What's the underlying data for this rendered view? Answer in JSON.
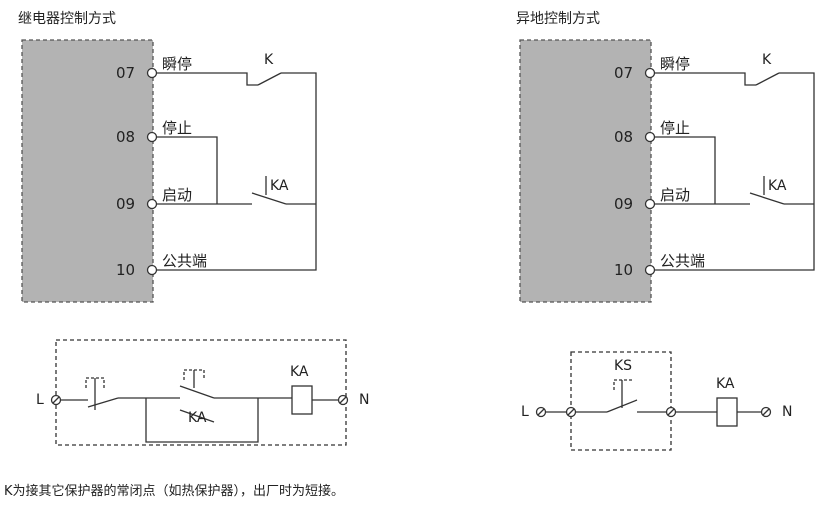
{
  "left": {
    "title": "继电器控制方式",
    "terminals": [
      "07",
      "08",
      "09",
      "10"
    ],
    "terminal_labels": [
      "瞬停",
      "停止",
      "启动",
      "公共端"
    ],
    "switch_k": "K",
    "switch_ka": "KA",
    "circuit": {
      "L": "L",
      "N": "N",
      "ka_contact": "KA",
      "ka_coil": "KA"
    }
  },
  "right": {
    "title": "异地控制方式",
    "terminals": [
      "07",
      "08",
      "09",
      "10"
    ],
    "terminal_labels": [
      "瞬停",
      "停止",
      "启动",
      "公共端"
    ],
    "switch_k": "K",
    "switch_ka": "KA",
    "circuit": {
      "L": "L",
      "N": "N",
      "ks": "KS",
      "ka_coil": "KA"
    }
  },
  "footnote": "K为接其它保护器的常闭点（如热保护器），出厂时为短接。"
}
